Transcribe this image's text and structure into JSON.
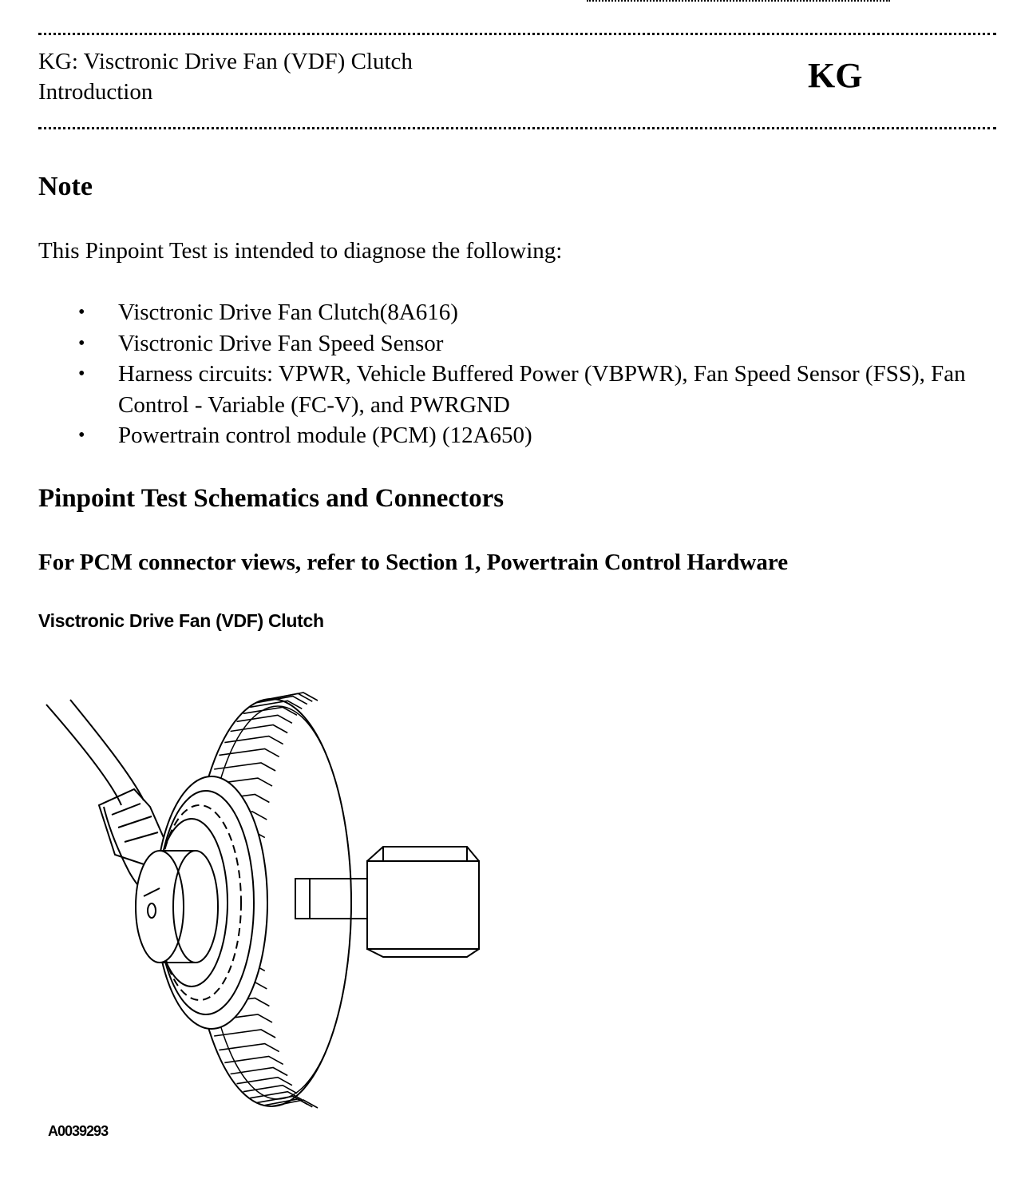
{
  "header": {
    "title_line1": "KG: Visctronic Drive Fan (VDF) Clutch",
    "title_line2": "Introduction",
    "code": "KG"
  },
  "note": {
    "heading": "Note",
    "intro": "This Pinpoint Test is intended to diagnose the following:",
    "items": [
      "Visctronic Drive Fan Clutch(8A616)",
      "Visctronic Drive Fan Speed Sensor",
      "Harness circuits: VPWR, Vehicle Buffered Power (VBPWR), Fan Speed Sensor (FSS), Fan Control - Variable (FC-V), and PWRGND",
      "Powertrain control module (PCM) (12A650)"
    ]
  },
  "schematics": {
    "heading": "Pinpoint Test Schematics and Connectors",
    "reference": "For PCM connector views, refer to Section 1, Powertrain Control Hardware",
    "figure_caption": "Visctronic Drive Fan (VDF) Clutch",
    "figure_id": "A0039293"
  }
}
